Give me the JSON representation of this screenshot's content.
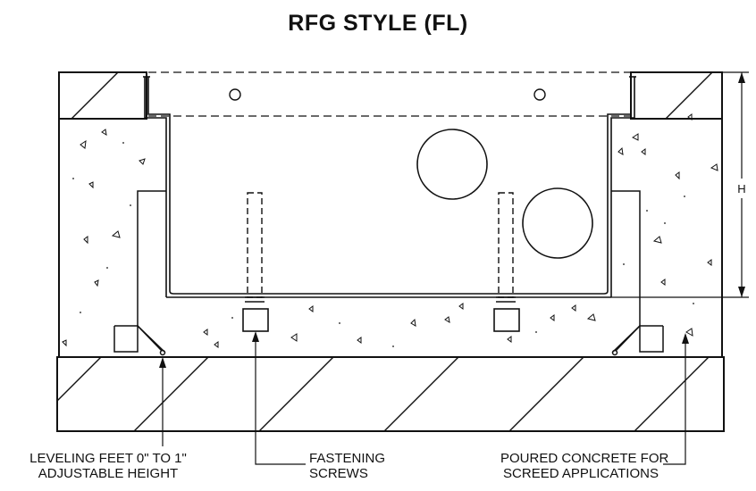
{
  "title": "RFG STYLE (FL)",
  "dimension_label": "H",
  "callouts": {
    "leveling_feet": {
      "line1": "LEVELING FEET 0\" TO 1\"",
      "line2": "ADJUSTABLE HEIGHT"
    },
    "fastening_screws": {
      "line1": "FASTENING",
      "line2": "SCREWS"
    },
    "poured_concrete": {
      "line1": "POURED CONCRETE FOR",
      "line2": "SCREED APPLICATIONS"
    }
  }
}
